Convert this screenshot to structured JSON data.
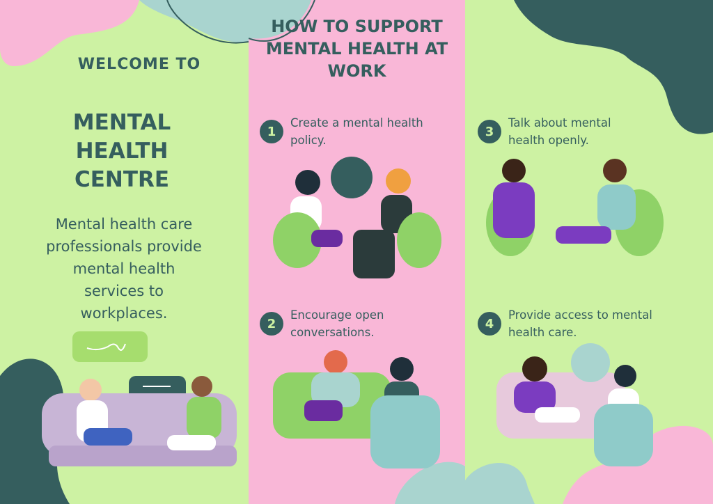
{
  "left_panel": {
    "welcome": "WELCOME TO",
    "title": "MENTAL HEALTH CENTRE",
    "description": "Mental health care professionals provide mental health services to workplaces."
  },
  "middle_panel": {
    "title": "HOW TO SUPPORT MENTAL HEALTH AT WORK"
  },
  "steps": [
    {
      "number": "1",
      "text": "Create a mental health policy."
    },
    {
      "number": "2",
      "text": "Encourage open conversations."
    },
    {
      "number": "3",
      "text": "Talk about mental health openly."
    },
    {
      "number": "4",
      "text": "Provide access to mental health care."
    }
  ],
  "colors": {
    "green": "#cdf2a3",
    "pink": "#f9b7d7",
    "teal_dark": "#355e5e",
    "teal_light": "#a9d4cf"
  }
}
